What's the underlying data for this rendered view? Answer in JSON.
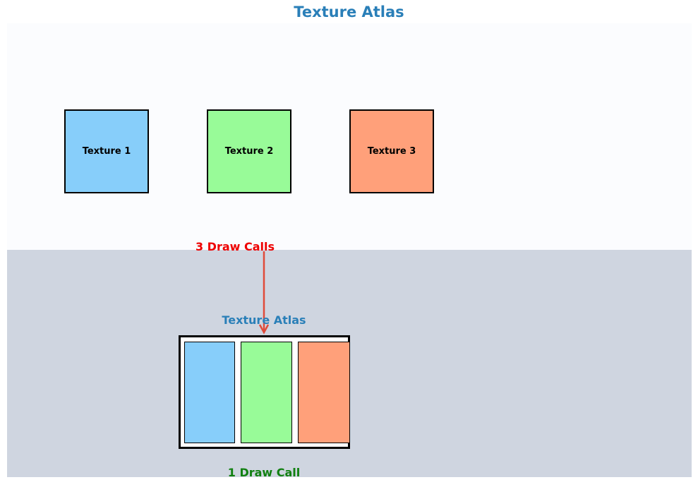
{
  "title": "Texture Atlas",
  "colors": {
    "title": "#2a7fb8",
    "top_panel_bg": "#fbfcfe",
    "bottom_panel_bg": "#cfd5e0",
    "texture_1": "#87cefa",
    "texture_2": "#98fb98",
    "texture_3": "#ffa07a",
    "draw_calls_text": "#ee0000",
    "arrow": "#e04b3a",
    "one_call_text": "#118011"
  },
  "textures": [
    {
      "label": "Texture 1"
    },
    {
      "label": "Texture 2"
    },
    {
      "label": "Texture 3"
    }
  ],
  "draw_calls_label": "3 Draw Calls",
  "atlas": {
    "label": "Texture Atlas"
  },
  "one_call_label": "1 Draw Call"
}
